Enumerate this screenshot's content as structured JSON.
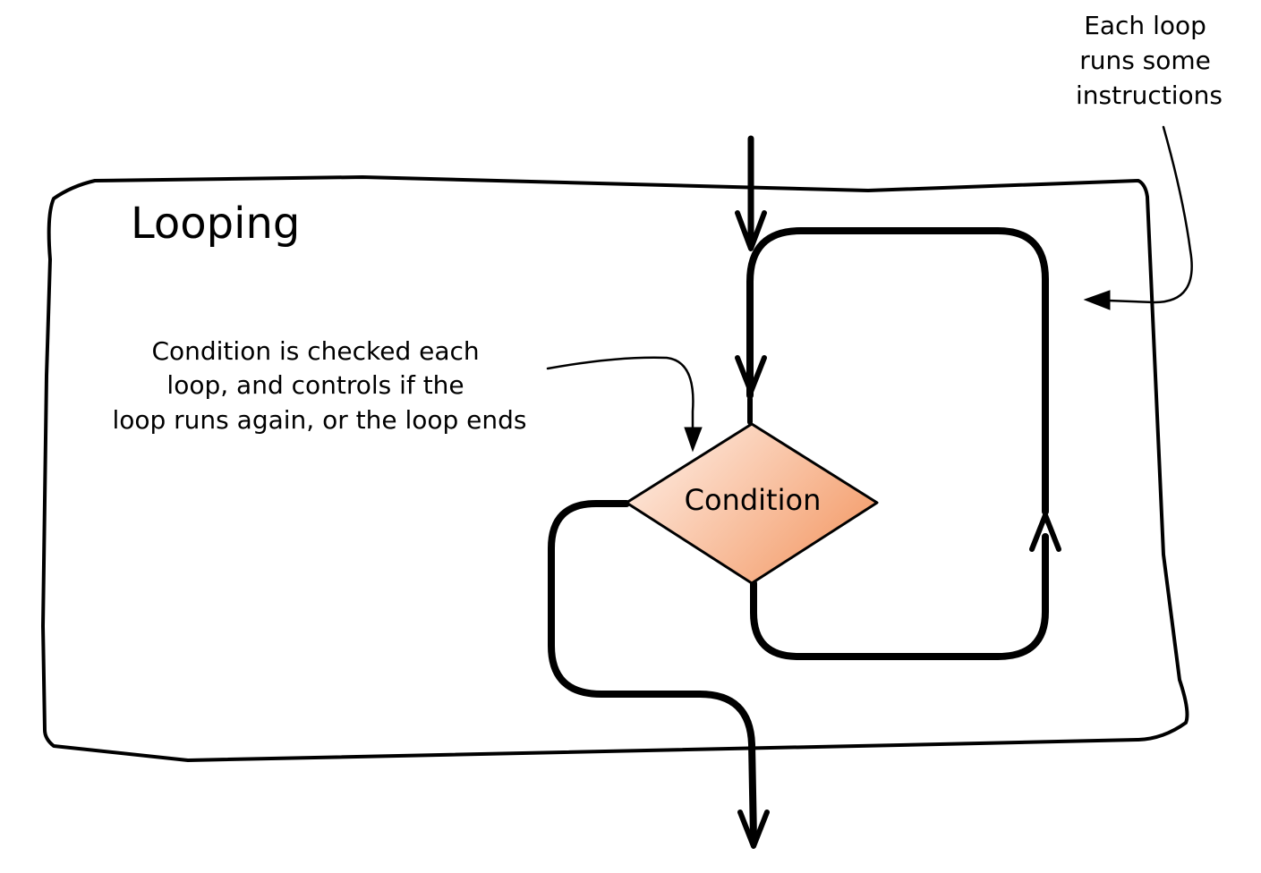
{
  "title": "Looping",
  "decision_label": "Condition",
  "notes": {
    "condition_note": [
      "Condition is checked each",
      "loop, and controls if the",
      "loop runs again, or the loop ends"
    ],
    "loop_note": [
      "Each loop",
      "runs some",
      "instructions"
    ]
  },
  "colors": {
    "decision_fill_light": "#fff3ec",
    "decision_fill_dark": "#f4a070",
    "ink": "#000000"
  }
}
